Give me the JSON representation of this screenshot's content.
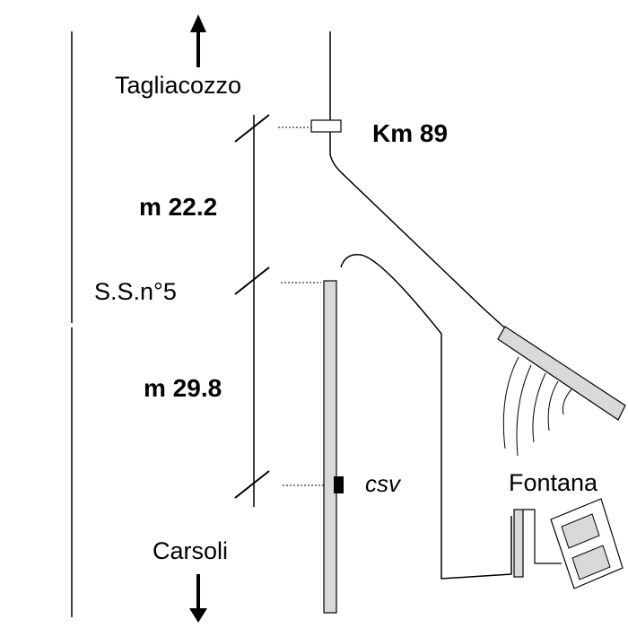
{
  "labels": {
    "north_destination": "Tagliacozzo",
    "south_destination": "Carsoli",
    "km_marker": "Km 89",
    "distance_upper": "m 22.2",
    "distance_lower": "m 29.8",
    "road": "S.S.n°5",
    "csv": "csv",
    "fontana": "Fontana"
  },
  "colors": {
    "line": "#000000",
    "panel_fill": "#d9d9d9",
    "background": "#ffffff"
  },
  "icons": [
    "arrow-up-icon",
    "arrow-down-icon",
    "tick-mark-icon",
    "km-post-icon",
    "csv-marker-icon"
  ]
}
